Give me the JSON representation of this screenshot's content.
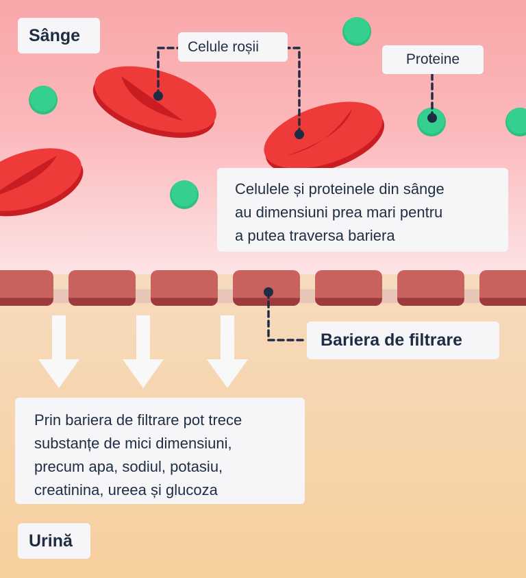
{
  "zones": {
    "blood_label": "Sânge",
    "urine_label": "Urină"
  },
  "callouts": {
    "red_cells": "Celule roșii",
    "proteins": "Proteine",
    "barrier": "Bariera de filtrare"
  },
  "info": {
    "blood_note": "Celulele și proteinele din sânge\nau dimensiuni prea mari pentru\na putea traversa bariera",
    "filtration_note": "Prin bariera de filtrare pot trece\nsubstanțe de mici dimensiuni,\nprecum apa, sodiul, potasiu,\ncreatinina, ureea și glucoza"
  },
  "colors": {
    "blood_top": "#f9a7a9",
    "urine_bottom": "#f7cf9e",
    "red_cell": "#ef3a3a",
    "protein": "#35d08f",
    "barrier_brick": "#c9615f",
    "leader_line": "#1f2d44"
  }
}
